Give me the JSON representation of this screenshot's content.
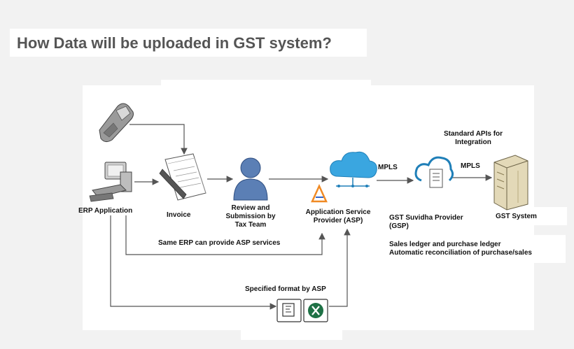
{
  "title": "How Data will be uploaded in GST system?",
  "nodes": {
    "erp": "ERP Application",
    "invoice": "Invoice",
    "review": "Review and\nSubmission by\nTax Team",
    "asp": "Application Service\nProvider (ASP)",
    "gsp": "GST Suvidha Provider\n(GSP)",
    "gst": "GST System"
  },
  "edge_labels": {
    "mpls_1": "MPLS",
    "mpls_2": "MPLS",
    "standard_apis": "Standard APIs for\nIntegration",
    "same_erp": "Same ERP can provide ASP services",
    "specified_format": "Specified format by ASP"
  },
  "notes": {
    "ledger_line1": "Sales ledger and purchase ledger",
    "ledger_line2": "Automatic reconciliation of purchase/sales"
  },
  "colors": {
    "arrow": "#555555",
    "cloud": "#3aa6e0",
    "person": "#5b7fb5",
    "excel": "#1e7145"
  }
}
